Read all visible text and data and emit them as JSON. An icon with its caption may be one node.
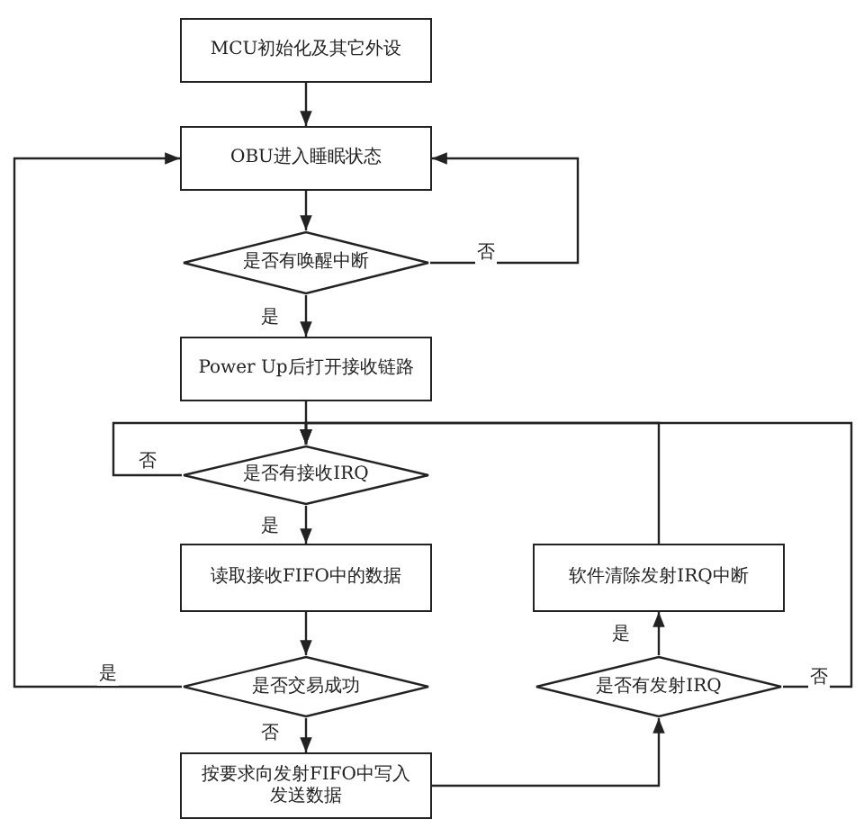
{
  "diagram": {
    "nodes": [
      {
        "text": [
          "MCU初始化及其它外设"
        ]
      },
      {
        "text": [
          "OBU进入睡眠状态"
        ]
      },
      {
        "text": [
          "是否有唤醒中断"
        ]
      },
      {
        "text": [
          "Power Up后打开接收链路"
        ]
      },
      {
        "text": [
          "是否有接收IRQ"
        ]
      },
      {
        "text": [
          "读取接收FIFO中的数据"
        ]
      },
      {
        "text": [
          "是否交易成功"
        ]
      },
      {
        "text": [
          "按要求向发射FIFO中写入发送数据"
        ]
      },
      {
        "text": [
          "软件清除发射IRQ中断"
        ]
      },
      {
        "text": [
          "是否有发射IRQ"
        ]
      }
    ],
    "edges": [
      {
        "from": 0,
        "to": 1,
        "arrow": "to"
      },
      {
        "from": 1,
        "to": 2,
        "arrow": "to"
      },
      {
        "from": 2,
        "to": 1,
        "arrow": "to",
        "label": "否"
      },
      {
        "from": 2,
        "to": 3,
        "arrow": "to",
        "label": "是"
      },
      {
        "from": 3,
        "to": 4,
        "arrow": "to"
      },
      {
        "from": 4,
        "to": 4,
        "arrow": "to",
        "label": "否"
      },
      {
        "from": 4,
        "to": 5,
        "arrow": "to",
        "label": "是"
      },
      {
        "from": 5,
        "to": 6,
        "arrow": "to"
      },
      {
        "from": 6,
        "to": 1,
        "arrow": "to",
        "label": "是"
      },
      {
        "from": 6,
        "to": 7,
        "arrow": "to",
        "label": "否"
      },
      {
        "from": 7,
        "to": 9,
        "arrow": "to"
      },
      {
        "from": 9,
        "to": 8,
        "arrow": "to",
        "label": "是"
      },
      {
        "from": 8,
        "to": 4,
        "arrow": "to"
      },
      {
        "from": 9,
        "to": 4,
        "arrow": "to",
        "label": "否"
      }
    ]
  }
}
